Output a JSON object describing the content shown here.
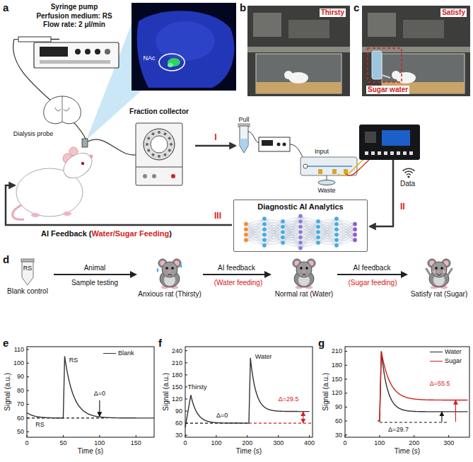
{
  "diagram": {
    "nodes": [
      {
        "text": [
          "Syringe pump",
          "Perfusion medium: RS",
          "Flow rate: 2 μl/min"
        ]
      },
      {
        "text": [
          "Fraction collector"
        ]
      },
      {
        "text": [
          "Diagnostic AI Analytics"
        ]
      },
      {
        "text": [
          "RS",
          "Blank control"
        ]
      },
      {
        "text": [
          "Anxious rat (Thirsty)"
        ]
      },
      {
        "text": [
          "Normal rat (Water)"
        ]
      },
      {
        "text": [
          "Satisfy rat (Sugar)"
        ]
      }
    ],
    "edges": [
      {
        "from": 3,
        "to": 4,
        "label": "Animal",
        "arrow": "to"
      },
      {
        "from": 4,
        "to": 5,
        "label": "AI feedback",
        "arrow": "to"
      },
      {
        "from": 5,
        "to": 6,
        "label": "AI feedback",
        "arrow": "to"
      }
    ],
    "labels": [
      "a",
      "NAc",
      "Dialysis probe",
      "I",
      "Pull",
      "Input",
      "Waste",
      "Data",
      "II",
      "III",
      "AI Feedback (",
      "Water/Sugar Feeding",
      ")",
      "b",
      "Thirsty",
      "c",
      "Satisfy",
      "Sugar water",
      "d",
      "Sample testing",
      "(Water feeding)",
      "(Sugar feeding)",
      "e",
      "50",
      "60",
      "70",
      "80",
      "90",
      "100",
      "110",
      "0",
      "50",
      "100",
      "150",
      "Signal (a.u.)",
      "Time (s)",
      "RS",
      "RS",
      "Δ=0",
      "f",
      "30",
      "60",
      "90",
      "120",
      "150",
      "180",
      "210",
      "240",
      "0",
      "100",
      "200",
      "300",
      "400",
      "Signal (a.u.)",
      "Time (s)",
      "Thirsty",
      "Water",
      "Δ=0",
      "Δ=29.5",
      "g",
      "30",
      "60",
      "90",
      "120",
      "150",
      "180",
      "210",
      "0",
      "100",
      "200",
      "300",
      "Signal (a.u.)",
      "Time (s)",
      "Δ=29.7",
      "Δ=55.5"
    ],
    "legend": [
      {
        "text": "Blank"
      },
      {
        "text": "Water"
      },
      {
        "text": "Sugar"
      }
    ]
  }
}
